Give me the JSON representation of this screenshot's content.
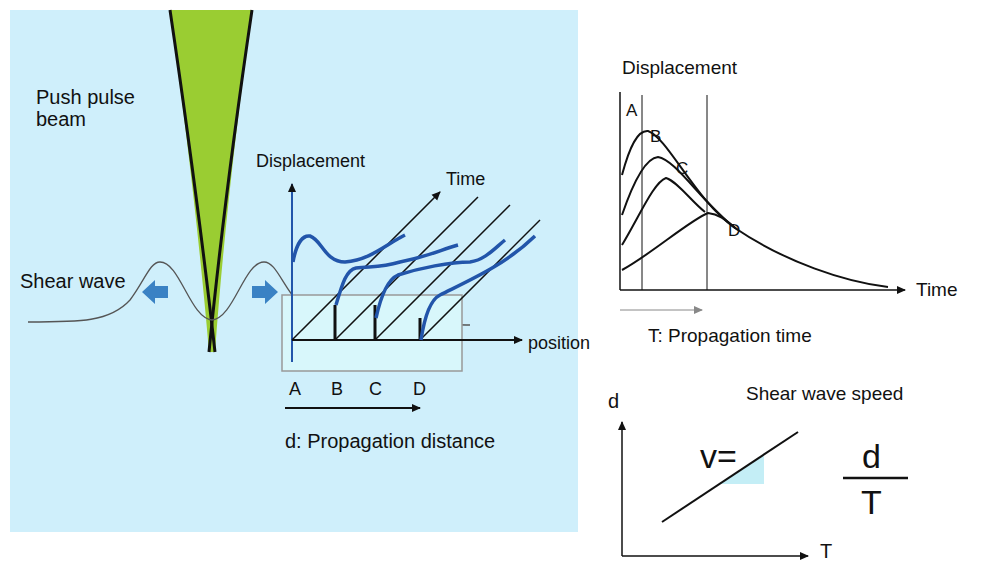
{
  "diagram": {
    "labels": [
      "Push pulse beam",
      "Shear wave",
      "Displacement",
      "Time",
      "position",
      "A",
      "B",
      "C",
      "D",
      "d: Propagation distance",
      "Displacement",
      "A",
      "B",
      "C",
      "D",
      "Time",
      "T: Propagation time",
      "d",
      "Shear wave speed",
      "v=",
      "d",
      "T",
      "T"
    ]
  }
}
